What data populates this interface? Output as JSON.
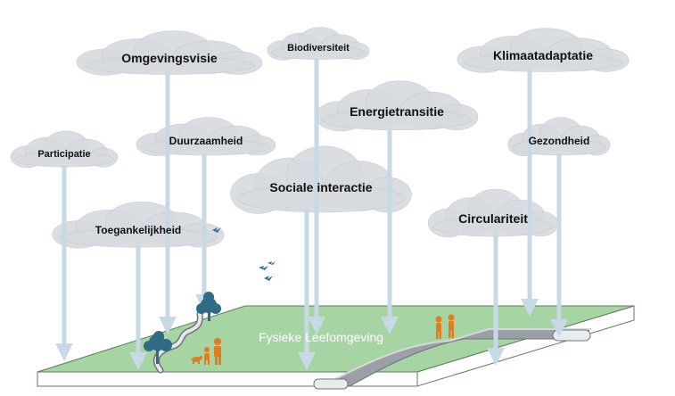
{
  "colors": {
    "cloud": "#d7dbdf",
    "cloud_edge": "#c4cacf",
    "arrow": "#c7d9e4",
    "ground": "#a6d4a2",
    "ground_edge": "#5d7d5e",
    "ground_side": "#ffffff",
    "path": "#8a8f94",
    "tree": "#2f6b84",
    "people": "#e47b1e",
    "bird": "#3b6e8c"
  },
  "themes": [
    {
      "id": "omgevingsvisie",
      "label": "Omgevingsvisie"
    },
    {
      "id": "biodiversiteit",
      "label": "Biodiversiteit"
    },
    {
      "id": "klimaatadaptatie",
      "label": "Klimaatadaptatie"
    },
    {
      "id": "energietransitie",
      "label": "Energietransitie"
    },
    {
      "id": "participatie",
      "label": "Participatie"
    },
    {
      "id": "duurzaamheid",
      "label": "Duurzaamheid"
    },
    {
      "id": "gezondheid",
      "label": "Gezondheid"
    },
    {
      "id": "sociale-interactie",
      "label": "Sociale interactie"
    },
    {
      "id": "circulariteit",
      "label": "Circulariteit"
    },
    {
      "id": "toegankelijkheid",
      "label": "Toegankelijkheid"
    }
  ],
  "ground": {
    "label": "Fysieke Leefomgeving"
  },
  "icons": [
    "tree-icon",
    "walking-people-icon",
    "dog-walker-icon",
    "bird-icon",
    "pipe-icon"
  ]
}
